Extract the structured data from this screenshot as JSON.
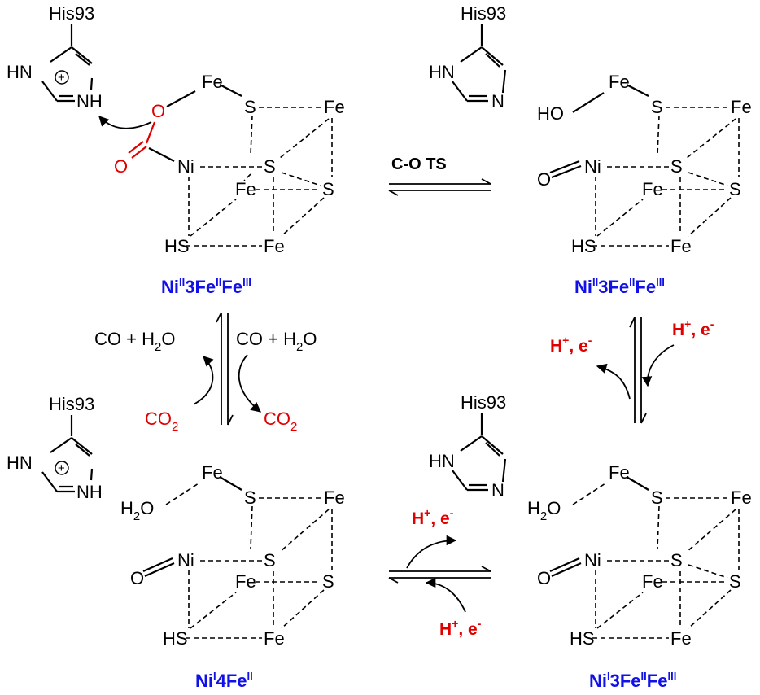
{
  "residue": "His93",
  "atoms": {
    "ni": "Ni",
    "fe": "Fe",
    "s": "S",
    "hs": "HS",
    "o": "O",
    "ho": "HO",
    "hn": "HN",
    "nh": "NH",
    "n": "N",
    "h2o_h": "H",
    "h2o_2": "2",
    "h2o_o": "O"
  },
  "labels": {
    "top_left": {
      "a": "Ni",
      "a_sup": "II",
      "b": "3Fe",
      "b_sup": "II",
      "c": "Fe",
      "c_sup": "III"
    },
    "top_right": {
      "a": "Ni",
      "a_sup": "II",
      "b": "3Fe",
      "b_sup": "II",
      "c": "Fe",
      "c_sup": "III"
    },
    "bottom_left": {
      "a": "Ni",
      "a_sup": "I",
      "b": "4Fe",
      "b_sup": "II"
    },
    "bottom_right": {
      "a": "Ni",
      "a_sup": "I",
      "b": "3Fe",
      "b_sup": "II",
      "c": "Fe",
      "c_sup": "III"
    }
  },
  "reaction": {
    "ts_label": "C-O TS",
    "co_plus_water": {
      "co": "CO + H",
      "sub": "2",
      "o": "O"
    },
    "co2": {
      "co": "CO",
      "sub": "2"
    },
    "proton_electron": {
      "h": "H",
      "plus": "+",
      "e": ", e",
      "minus": "-"
    }
  },
  "colors": {
    "label_blue": "#1010e8",
    "accent_red": "#e00000"
  }
}
